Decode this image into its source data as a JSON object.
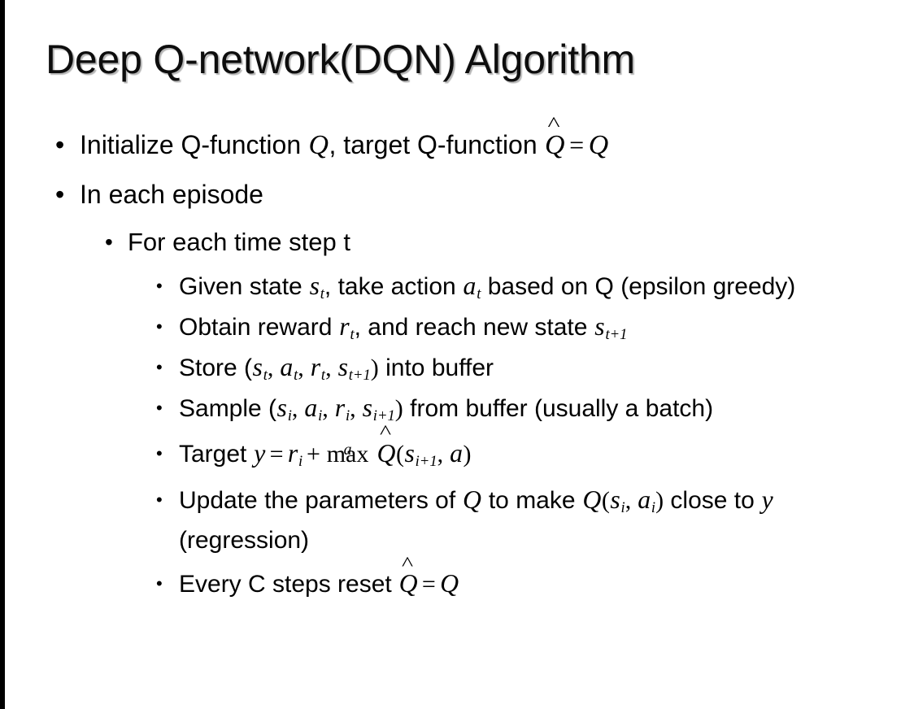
{
  "slide": {
    "title": "Deep Q-network(DQN) Algorithm",
    "background_color": "#ffffff",
    "text_color": "#000000",
    "edge_bar_color": "#000000",
    "bullet_glyph": "•"
  },
  "content": {
    "b1": {
      "level": 1,
      "pre": "Initialize Q-function ",
      "q1": "Q",
      "mid": ", target Q-function ",
      "qhat": "Q",
      "hat": "̂",
      "eq": "=",
      "q2": "Q"
    },
    "b2": {
      "level": 1,
      "text": "In each episode"
    },
    "b3": {
      "level": 2,
      "text": "For each time step t"
    },
    "b4": {
      "level": 3,
      "pre": "Given state ",
      "s": "s",
      "s_sub": "t",
      "mid": ", take action ",
      "a": "a",
      "a_sub": "t",
      "post": " based on Q (epsilon greedy)"
    },
    "b5": {
      "level": 3,
      "pre": "Obtain reward ",
      "r": "r",
      "r_sub": "t",
      "mid": ", and reach new state ",
      "s": "s",
      "s_sub": "t+1"
    },
    "b6": {
      "level": 3,
      "pre": "Store (",
      "s1": "s",
      "s1_sub": "t",
      "sep1": ", ",
      "a1": "a",
      "a1_sub": "t",
      "sep2": ", ",
      "r1": "r",
      "r1_sub": "t",
      "sep3": ", ",
      "s2": "s",
      "s2_sub": "t+1",
      "close": ")",
      "post": " into buffer"
    },
    "b7": {
      "level": 3,
      "pre": "Sample (",
      "s1": "s",
      "s1_sub": "i",
      "sep1": ", ",
      "a1": "a",
      "a1_sub": "i",
      "sep2": ", ",
      "r1": "r",
      "r1_sub": "i",
      "sep3": ", ",
      "s2": "s",
      "s2_sub": "i+1",
      "close": ")",
      "post": " from buffer (usually a batch)"
    },
    "b8": {
      "level": 3,
      "pre": "Target ",
      "y": "y",
      "eq": "=",
      "r": "r",
      "r_sub": "i",
      "plus": "+",
      "max": "max",
      "max_under": "a",
      "qhat": "Q",
      "hat": "̂",
      "open": "(",
      "s": "s",
      "s_sub": "i+1",
      "comma": ", ",
      "a": "a",
      "close": ")"
    },
    "b9": {
      "level": 3,
      "pre": "Update the parameters of ",
      "q1": "Q",
      "mid": " to make ",
      "q2": "Q",
      "open": "(",
      "s": "s",
      "s_sub": "i",
      "comma": ", ",
      "a": "a",
      "a_sub": "i",
      "close": ")",
      "post": " close to ",
      "y": "y",
      "tail": " (regression)"
    },
    "b10": {
      "level": 3,
      "pre": "Every C steps reset ",
      "qhat": "Q",
      "hat": "̂",
      "eq": "=",
      "q": "Q"
    }
  }
}
